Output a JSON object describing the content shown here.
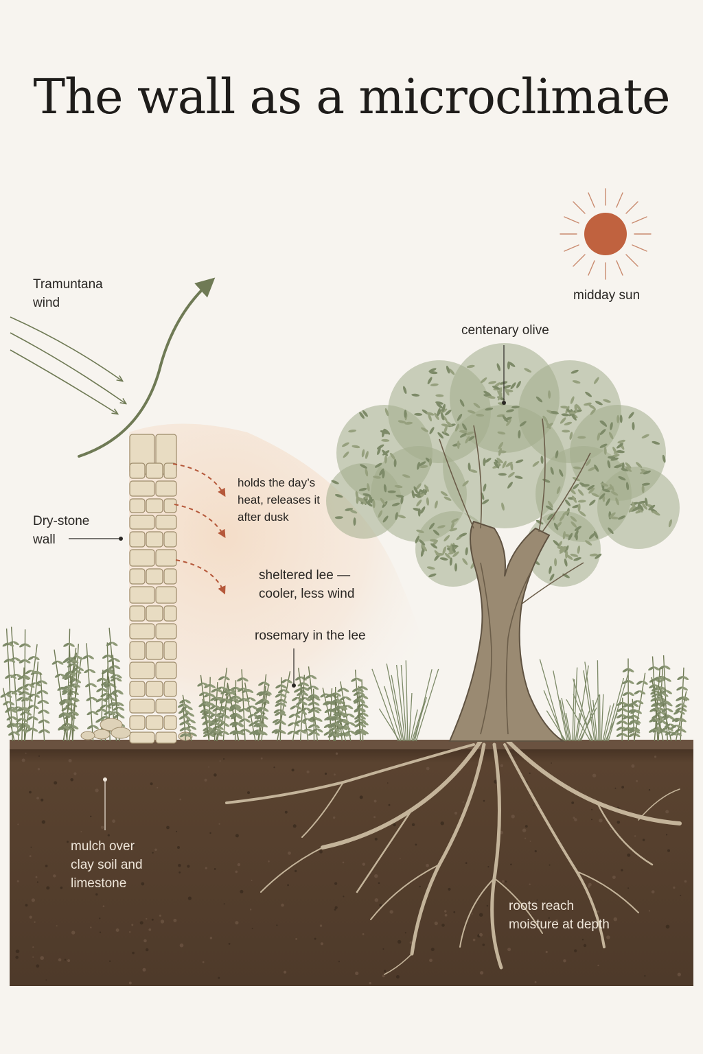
{
  "title": "The wall as a microclimate",
  "labels": {
    "wind": [
      "Tramuntana",
      "wind"
    ],
    "sun": "midday sun",
    "olive": "centenary olive",
    "wall": [
      "Dry-stone",
      "wall"
    ],
    "heat": [
      "holds the day’s",
      "heat, releases it",
      "after dusk"
    ],
    "lee": [
      "sheltered lee —",
      "cooler, less wind"
    ],
    "rosemary": "rosemary in the lee",
    "soil": [
      "mulch over",
      "clay soil and",
      "limestone"
    ],
    "roots": [
      "roots reach",
      "moisture at depth"
    ]
  },
  "colors": {
    "background": "#f7f4ef",
    "wind_arrow": "#6f7a55",
    "heat_arrow": "#b5583a",
    "sun": "#c0623f",
    "stone": "#e8dcc2",
    "foliage": "#7d8a68",
    "trunk": "#8a7a63",
    "soil": "#4e3a2a"
  },
  "icons": [
    "sun-icon",
    "wind-arrow-icon",
    "heat-arrow-icon",
    "olive-tree-icon",
    "rosemary-shrub-icon",
    "dry-stone-wall-icon"
  ]
}
